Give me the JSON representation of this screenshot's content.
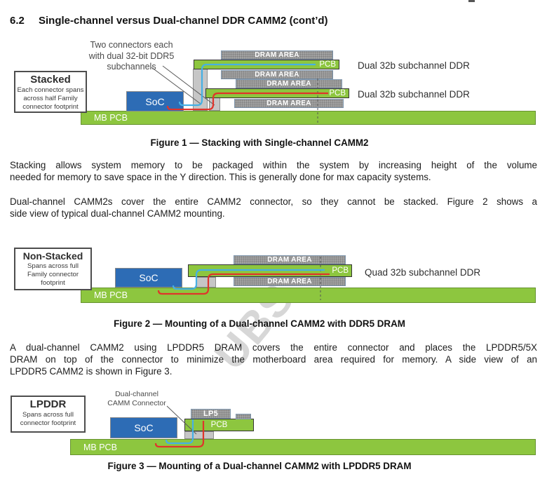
{
  "page": {
    "section_number": "6.2",
    "section_title": "Single-channel versus Dual-channel DDR CAMM2 (cont’d)",
    "watermark": "UBS"
  },
  "figure1": {
    "annotation_lines": [
      "Two connectors each",
      "with dual 32-bit DDR5",
      "subchannels"
    ],
    "stacked_box": {
      "title": "Stacked",
      "lines": [
        "Each connector spans",
        "across half Family",
        "connector footprint"
      ]
    },
    "soc_label": "SoC",
    "mb_pcb_label": "MB PCB",
    "pcb_label_top": "PCB",
    "pcb_label_bottom": "PCB",
    "dram_label_1": "DRAM AREA",
    "dram_label_2": "DRAM AREA",
    "dram_label_3": "DRAM AREA",
    "dram_label_4": "DRAM AREA",
    "side_label_top": "Dual 32b subchannel DDR",
    "side_label_bottom": "Dual 32b subchannel DDR",
    "caption": "Figure 1 — Stacking with Single-channel CAMM2"
  },
  "paragraphs": {
    "p1_lines": [
      "Stacking allows system memory to be packaged within the system by increasing height of the volume",
      "needed for memory to save space in the Y direction.  This is generally done for max capacity systems."
    ],
    "p2_lines": [
      "Dual-channel CAMM2s cover the entire CAMM2 connector, so they cannot be stacked.  Figure 2 shows a",
      "side view of typical dual-channel CAMM2 mounting."
    ],
    "p3_lines": [
      "A dual-channel CAMM2 using LPDDR5 DRAM covers the entire connector and places the LPDDR5/5X",
      "DRAM on top of the connector to minimize the motherboard area required for memory.  A side view of an",
      "LPDDR5 CAMM2 is shown in Figure 3."
    ]
  },
  "figure2": {
    "nonstacked_box": {
      "title": "Non-Stacked",
      "lines": [
        "Spans across full",
        "Family connector",
        "footprint"
      ]
    },
    "soc_label": "SoC",
    "mb_pcb_label": "MB PCB",
    "pcb_label": "PCB",
    "dram_label_top": "DRAM AREA",
    "dram_label_bottom": "DRAM AREA",
    "side_label": "Quad 32b subchannel DDR",
    "caption": "Figure 2 — Mounting of a Dual-channel CAMM2 with DDR5 DRAM"
  },
  "figure3": {
    "lpddr_box": {
      "title": "LPDDR",
      "lines": [
        "Spans across full",
        "connector footprint"
      ]
    },
    "connector_label_lines": [
      "Dual-channel",
      "CAMM Connector"
    ],
    "soc_label": "SoC",
    "mb_pcb_label": "MB PCB",
    "pcb_label": "PCB",
    "lp5_label": "LP5",
    "caption": "Figure 3 — Mounting of a Dual-channel CAMM2 with LPDDR5 DRAM"
  },
  "colors": {
    "pcb_green": "#8dc63f",
    "soc_blue": "#2d6cb5",
    "dram_gray": "#a2a2a2",
    "wire_blue": "#45b0e5",
    "wire_red": "#e0342b"
  }
}
